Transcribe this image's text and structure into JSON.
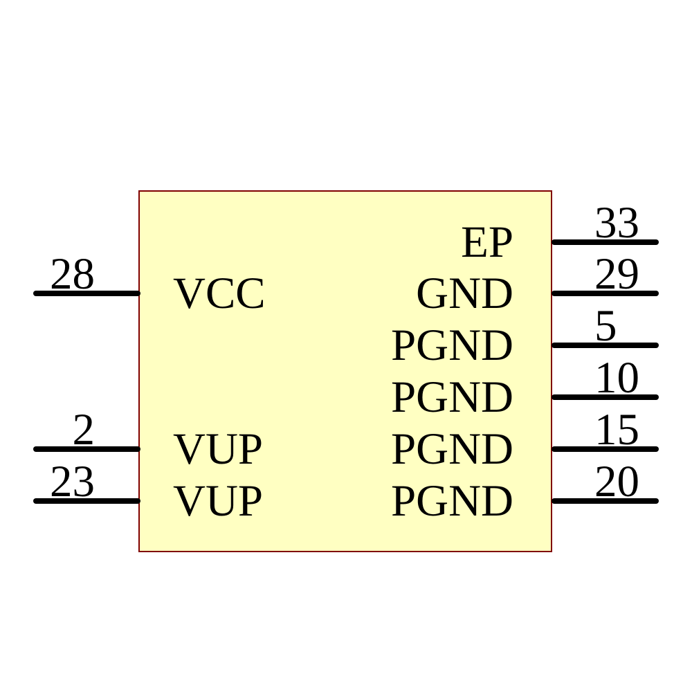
{
  "diagram": {
    "kind": "schematic-symbol",
    "colors": {
      "background": "#FFFFFF",
      "body_fill": "#FFFFC2",
      "body_border": "#800000",
      "pin_line": "#000000",
      "text": "#000000"
    },
    "pins": {
      "left": [
        {
          "number": "28",
          "label": "VCC"
        },
        {
          "number": "2",
          "label": "VUP"
        },
        {
          "number": "23",
          "label": "VUP"
        }
      ],
      "right": [
        {
          "number": "33",
          "label": "EP"
        },
        {
          "number": "29",
          "label": "GND"
        },
        {
          "number": "5",
          "label": "PGND"
        },
        {
          "number": "10",
          "label": "PGND"
        },
        {
          "number": "15",
          "label": "PGND"
        },
        {
          "number": "20",
          "label": "PGND"
        }
      ]
    }
  }
}
